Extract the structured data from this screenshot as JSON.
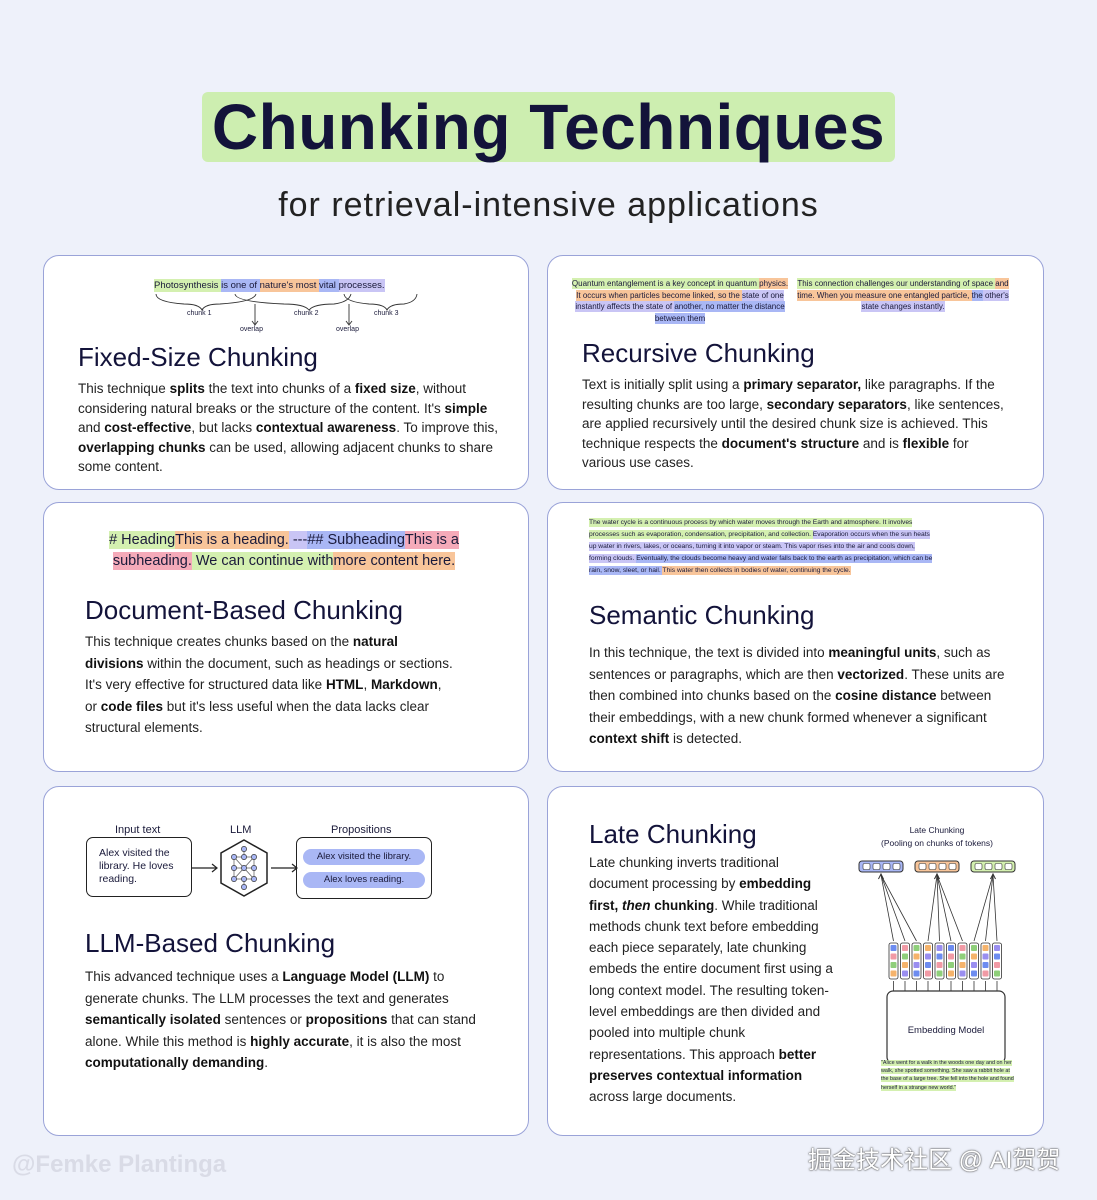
{
  "header": {
    "title": "Chunking Techniques",
    "subtitle": "for retrieval-intensive applications"
  },
  "fixed": {
    "title": "Fixed-Size Chunking",
    "example": {
      "parts": [
        "Photosynthesis ",
        "is one of ",
        "nature's most ",
        "vital ",
        "processes."
      ],
      "chunk1": "chunk 1",
      "chunk2": "chunk 2",
      "chunk3": "chunk 3",
      "overlap": "overlap"
    },
    "body": [
      {
        "t": "This technique "
      },
      {
        "t": "splits",
        "b": true
      },
      {
        "t": " the text into chunks of a "
      },
      {
        "t": "fixed size",
        "b": true
      },
      {
        "t": ", without considering natural breaks or the structure of the content. It's "
      },
      {
        "t": "simple",
        "b": true
      },
      {
        "t": " and "
      },
      {
        "t": "cost-effective",
        "b": true
      },
      {
        "t": ", but lacks "
      },
      {
        "t": "contextual awareness",
        "b": true
      },
      {
        "t": ". To improve this, "
      },
      {
        "t": "overlapping chunks",
        "b": true
      },
      {
        "t": " can be used, allowing adjacent chunks to share some content."
      }
    ]
  },
  "recursive": {
    "title": "Recursive Chunking",
    "example_left": [
      {
        "t": "Quantum entanglement is a key concept in quantum ",
        "c": "g"
      },
      {
        "t": "physics. It occurs when particles become linked, so the ",
        "c": "o"
      },
      {
        "t": "state of one instantly affects the state of ",
        "c": "p"
      },
      {
        "t": "another, no",
        "c": "b"
      },
      {
        "t": " matter the distance between them",
        "c": "b"
      }
    ],
    "example_right": [
      {
        "t": "This connection challenges our understanding of space ",
        "c": "g"
      },
      {
        "t": "and time. When you measure one entangled particle, ",
        "c": "o"
      },
      {
        "t": "the",
        "c": "b"
      },
      {
        "t": " other's state changes instantly.",
        "c": "p"
      }
    ],
    "body": [
      {
        "t": "Text is initially split using a "
      },
      {
        "t": "primary separator,",
        "b": true
      },
      {
        "t": " like paragraphs. If the resulting chunks are too large, "
      },
      {
        "t": "secondary separators",
        "b": true
      },
      {
        "t": ", like sentences, are applied recursively until the desired chunk size is achieved. This technique respects the "
      },
      {
        "t": "document's structure",
        "b": true
      },
      {
        "t": " and is "
      },
      {
        "t": "flexible",
        "b": true
      },
      {
        "t": " for various use cases."
      }
    ]
  },
  "document": {
    "title": "Document-Based Chunking",
    "example": [
      {
        "t": "# Heading",
        "c": "g"
      },
      {
        "t": "This is a heading.",
        "c": "o"
      },
      {
        "t": " ---",
        "c": "p"
      },
      {
        "t": "## Subheading",
        "c": "b"
      },
      {
        "t": "This is a subheading.",
        "c": "pk"
      },
      {
        "t": " We can continue with",
        "c": "g"
      },
      {
        "t": "more content here.",
        "c": "o"
      }
    ],
    "body": [
      {
        "t": "This technique creates chunks based on the "
      },
      {
        "t": "natural divisions",
        "b": true
      },
      {
        "t": " within the document, such as headings or sections. It's very effective for structured data like "
      },
      {
        "t": "HTML",
        "b": true
      },
      {
        "t": ", "
      },
      {
        "t": "Markdown",
        "b": true
      },
      {
        "t": ", or "
      },
      {
        "t": "code files",
        "b": true
      },
      {
        "t": " but it's less useful when the data lacks clear structural elements."
      }
    ]
  },
  "semantic": {
    "title": "Semantic Chunking",
    "example": [
      {
        "t": "The water cycle is a continuous process by which water moves through the Earth and atmosphere. It involves processes such as evaporation, condensation, precipitation, and collection. ",
        "c": "g"
      },
      {
        "t": "Evaporation occurs when the sun heats up water in rivers, lakes, or oceans, turning it into vapor or steam. This vapor rises into the air and cools down, forming clouds. ",
        "c": "p"
      },
      {
        "t": "Eventually, the clouds become heavy and water falls back to the earth as precipitation, which can be rain, snow, sleet, or hail. ",
        "c": "b"
      },
      {
        "t": "This water then collects in bodies of water, continuing the cycle.",
        "c": "o"
      }
    ],
    "body": [
      {
        "t": "In this technique, the text is divided into "
      },
      {
        "t": "meaningful units",
        "b": true
      },
      {
        "t": ", such as sentences or paragraphs, which are then "
      },
      {
        "t": "vectorized",
        "b": true
      },
      {
        "t": ". These units are then combined into chunks based on the "
      },
      {
        "t": "cosine distance",
        "b": true
      },
      {
        "t": " between their embeddings, with a new chunk formed whenever a significant "
      },
      {
        "t": "context shift",
        "b": true
      },
      {
        "t": " is detected."
      }
    ]
  },
  "llm": {
    "title": "LLM-Based Chunking",
    "diagram": {
      "input_label": "Input text",
      "input_text": [
        "Alex visited the",
        "library. He loves",
        "reading."
      ],
      "llm_label": "LLM",
      "prop_label": "Propositions",
      "prop1": "Alex visited the library.",
      "prop2": "Alex loves reading."
    },
    "body": [
      {
        "t": "This advanced technique uses a "
      },
      {
        "t": "Language Model (LLM)",
        "b": true
      },
      {
        "t": " to generate chunks. The LLM processes the text and generates "
      },
      {
        "t": "semantically isolated",
        "b": true
      },
      {
        "t": " sentences or "
      },
      {
        "t": "propositions",
        "b": true
      },
      {
        "t": " that can stand alone. While this method is "
      },
      {
        "t": "highly accurate",
        "b": true
      },
      {
        "t": ", it is also the most "
      },
      {
        "t": "computationally demanding",
        "b": true
      },
      {
        "t": "."
      }
    ]
  },
  "late": {
    "title": "Late Chunking",
    "diagram": {
      "title_line1": "Late Chunking",
      "title_line2": "(Pooling on chunks of tokens)",
      "model_label": "Embedding Model",
      "input_text": "\"Alice went for a walk in the woods one day and on her walk, she spotted something. She saw a rabbit hole at the base of a large tree. She fell into the hole and found herself in a strange new world.\""
    },
    "body": [
      {
        "t": "Late chunking inverts traditional document processing by "
      },
      {
        "t": "embedding first, ",
        "b": true
      },
      {
        "t": "then",
        "b": true,
        "i": true
      },
      {
        "t": " chunking",
        "b": true
      },
      {
        "t": ". While traditional methods chunk text before embedding each piece separately, late chunking embeds the entire document first using a long context model. The resulting token-level embeddings are then divided and pooled into multiple chunk representations. This approach "
      },
      {
        "t": "better preserves contextual information",
        "b": true
      },
      {
        "t": " across large documents."
      }
    ]
  },
  "watermarks": {
    "left": "@Femke Plantinga",
    "right": "掘金技术社区 @ AI贺贺"
  },
  "colors": {
    "green": "#d4f0b0",
    "orange": "#f8c59a",
    "blue": "#a9b7f5",
    "purple": "#c9c5f5",
    "pink": "#f5aab9",
    "title_bg": "#cdeeb0",
    "card_border": "#9aa3d8"
  }
}
